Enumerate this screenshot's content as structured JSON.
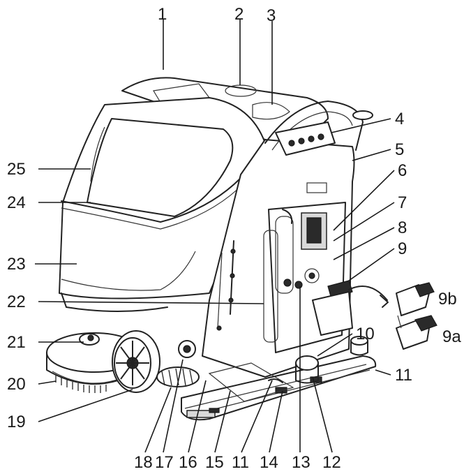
{
  "callouts": [
    {
      "id": "1",
      "label": "1"
    },
    {
      "id": "2",
      "label": "2"
    },
    {
      "id": "3",
      "label": "3"
    },
    {
      "id": "4",
      "label": "4"
    },
    {
      "id": "5",
      "label": "5"
    },
    {
      "id": "6",
      "label": "6"
    },
    {
      "id": "7",
      "label": "7"
    },
    {
      "id": "8",
      "label": "8"
    },
    {
      "id": "9",
      "label": "9"
    },
    {
      "id": "9b",
      "label": "9b"
    },
    {
      "id": "9a",
      "label": "9a"
    },
    {
      "id": "10",
      "label": "10"
    },
    {
      "id": "11r",
      "label": "11"
    },
    {
      "id": "25",
      "label": "25"
    },
    {
      "id": "24",
      "label": "24"
    },
    {
      "id": "23",
      "label": "23"
    },
    {
      "id": "22",
      "label": "22"
    },
    {
      "id": "21",
      "label": "21"
    },
    {
      "id": "20",
      "label": "20"
    },
    {
      "id": "19",
      "label": "19"
    },
    {
      "id": "18",
      "label": "18"
    },
    {
      "id": "17",
      "label": "17"
    },
    {
      "id": "16",
      "label": "16"
    },
    {
      "id": "15",
      "label": "15"
    },
    {
      "id": "11b",
      "label": "11"
    },
    {
      "id": "14",
      "label": "14"
    },
    {
      "id": "13",
      "label": "13"
    },
    {
      "id": "12",
      "label": "12"
    }
  ]
}
